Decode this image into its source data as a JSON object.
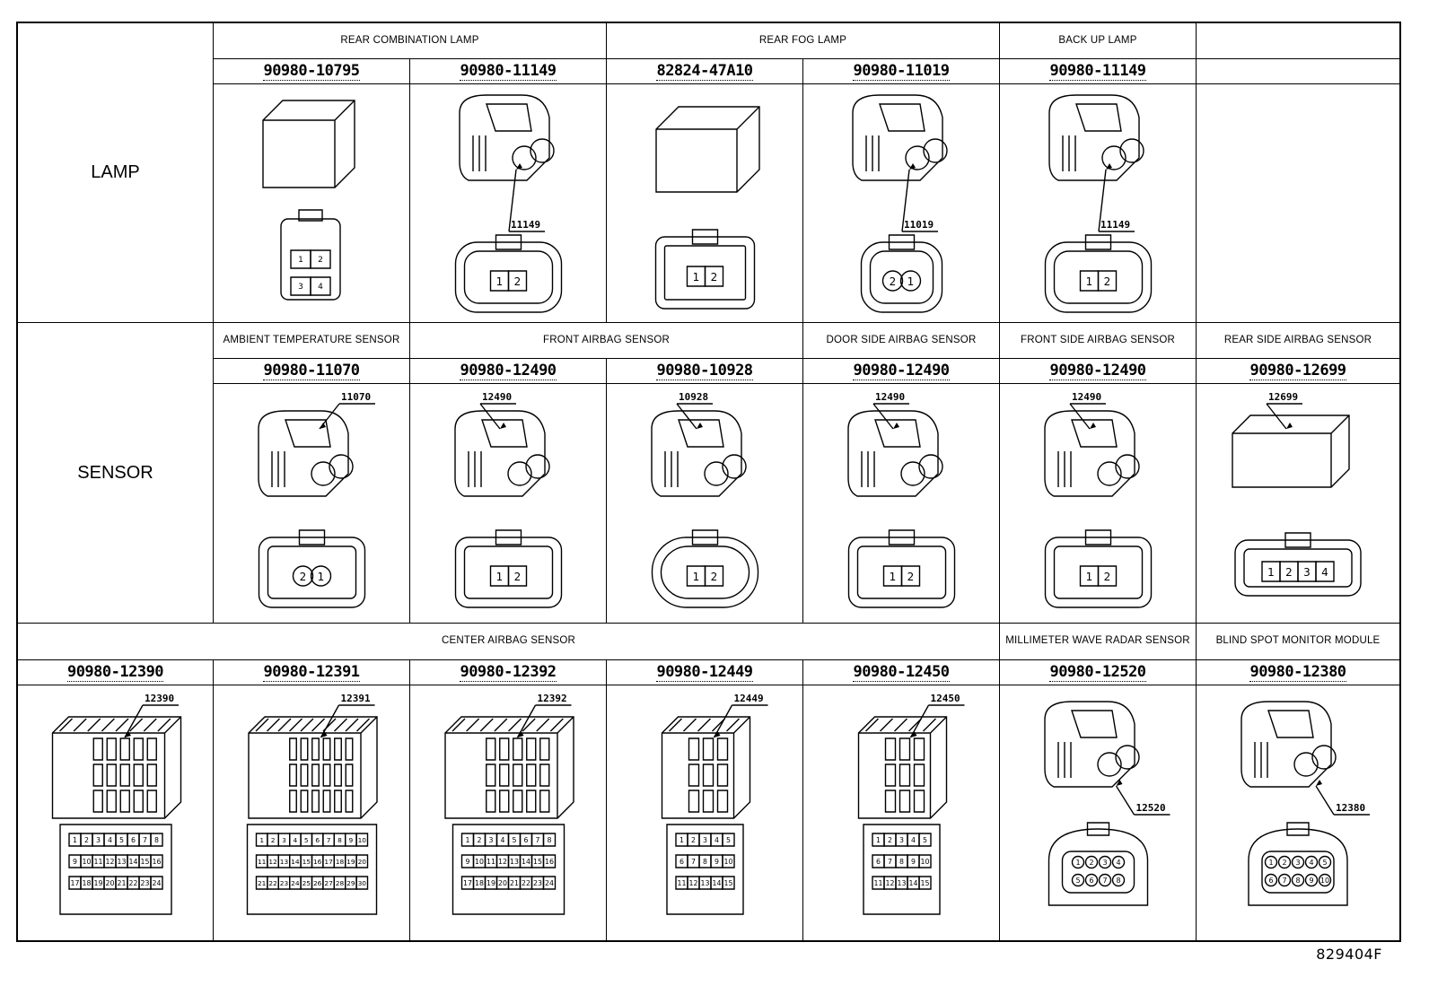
{
  "categories": {
    "lamp": "LAMP",
    "sensor": "SENSOR"
  },
  "lamp_row": {
    "groups": [
      {
        "label": "REAR COMBINATION LAMP"
      },
      {
        "label": "REAR FOG LAMP"
      },
      {
        "label": "BACK UP LAMP"
      },
      {
        "label": ""
      }
    ],
    "parts": [
      {
        "number": "90980-10795",
        "callout": "",
        "pins": [
          "1",
          "2",
          "3",
          "4"
        ]
      },
      {
        "number": "90980-11149",
        "callout": "11149",
        "pins": [
          "1",
          "2"
        ]
      },
      {
        "number": "82824-47A10",
        "callout": "",
        "pins": [
          "1",
          "2"
        ]
      },
      {
        "number": "90980-11019",
        "callout": "11019",
        "pins": [
          "2",
          "1"
        ]
      },
      {
        "number": "90980-11149",
        "callout": "11149",
        "pins": [
          "1",
          "2"
        ]
      },
      {
        "number": "",
        "callout": "",
        "pins": []
      }
    ]
  },
  "sensor_row": {
    "groups": [
      {
        "label": "AMBIENT TEMPERATURE SENSOR"
      },
      {
        "label": "FRONT AIRBAG SENSOR"
      },
      {
        "label": "DOOR SIDE AIRBAG SENSOR"
      },
      {
        "label": "FRONT SIDE AIRBAG SENSOR"
      },
      {
        "label": "REAR SIDE AIRBAG SENSOR"
      }
    ],
    "parts": [
      {
        "number": "90980-11070",
        "callout": "11070",
        "pins": [
          "2",
          "1"
        ]
      },
      {
        "number": "90980-12490",
        "callout": "12490",
        "pins": [
          "1",
          "2"
        ]
      },
      {
        "number": "90980-10928",
        "callout": "10928",
        "pins": [
          "1",
          "2"
        ]
      },
      {
        "number": "90980-12490",
        "callout": "12490",
        "pins": [
          "1",
          "2"
        ]
      },
      {
        "number": "90980-12490",
        "callout": "12490",
        "pins": [
          "1",
          "2"
        ]
      },
      {
        "number": "90980-12699",
        "callout": "12699",
        "pins": [
          "1",
          "2",
          "3",
          "4"
        ]
      }
    ]
  },
  "center_row": {
    "groups": [
      {
        "label": "CENTER AIRBAG SENSOR"
      },
      {
        "label": "MILLIMETER WAVE RADAR SENSOR"
      },
      {
        "label": "BLIND SPOT MONITOR MODULE"
      }
    ],
    "parts": [
      {
        "number": "90980-12390",
        "callout": "12390",
        "pins": [
          [
            "1",
            "2",
            "3",
            "4",
            "5",
            "6",
            "7",
            "8"
          ],
          [
            "9",
            "10",
            "11",
            "12",
            "13",
            "14",
            "15",
            "16"
          ],
          [
            "17",
            "18",
            "19",
            "20",
            "21",
            "22",
            "23",
            "24"
          ]
        ]
      },
      {
        "number": "90980-12391",
        "callout": "12391",
        "pins": [
          [
            "1",
            "2",
            "3",
            "4",
            "5",
            "6",
            "7",
            "8",
            "9",
            "10"
          ],
          [
            "11",
            "12",
            "13",
            "14",
            "15",
            "16",
            "17",
            "18",
            "19",
            "20"
          ],
          [
            "21",
            "22",
            "23",
            "24",
            "25",
            "26",
            "27",
            "28",
            "29",
            "30"
          ]
        ]
      },
      {
        "number": "90980-12392",
        "callout": "12392",
        "pins": [
          [
            "1",
            "2",
            "3",
            "4",
            "5",
            "6",
            "7",
            "8"
          ],
          [
            "9",
            "10",
            "11",
            "12",
            "13",
            "14",
            "15",
            "16"
          ],
          [
            "17",
            "18",
            "19",
            "20",
            "21",
            "22",
            "23",
            "24"
          ]
        ]
      },
      {
        "number": "90980-12449",
        "callout": "12449",
        "pins": [
          [
            "1",
            "2",
            "3",
            "4",
            "5"
          ],
          [
            "6",
            "7",
            "8",
            "9",
            "10"
          ],
          [
            "11",
            "12",
            "13",
            "14",
            "15"
          ]
        ]
      },
      {
        "number": "90980-12450",
        "callout": "12450",
        "pins": [
          [
            "1",
            "2",
            "3",
            "4",
            "5"
          ],
          [
            "6",
            "7",
            "8",
            "9",
            "10"
          ],
          [
            "11",
            "12",
            "13",
            "14",
            "15"
          ]
        ]
      },
      {
        "number": "90980-12520",
        "callout": "12520",
        "pins": [
          [
            "1",
            "2",
            "3",
            "4"
          ],
          [
            "5",
            "6",
            "7",
            "8"
          ]
        ]
      },
      {
        "number": "90980-12380",
        "callout": "12380",
        "pins": [
          [
            "1",
            "2",
            "3",
            "4",
            "5"
          ],
          [
            "6",
            "7",
            "8",
            "9",
            "10"
          ]
        ]
      }
    ]
  },
  "drawing_number": "829404F"
}
